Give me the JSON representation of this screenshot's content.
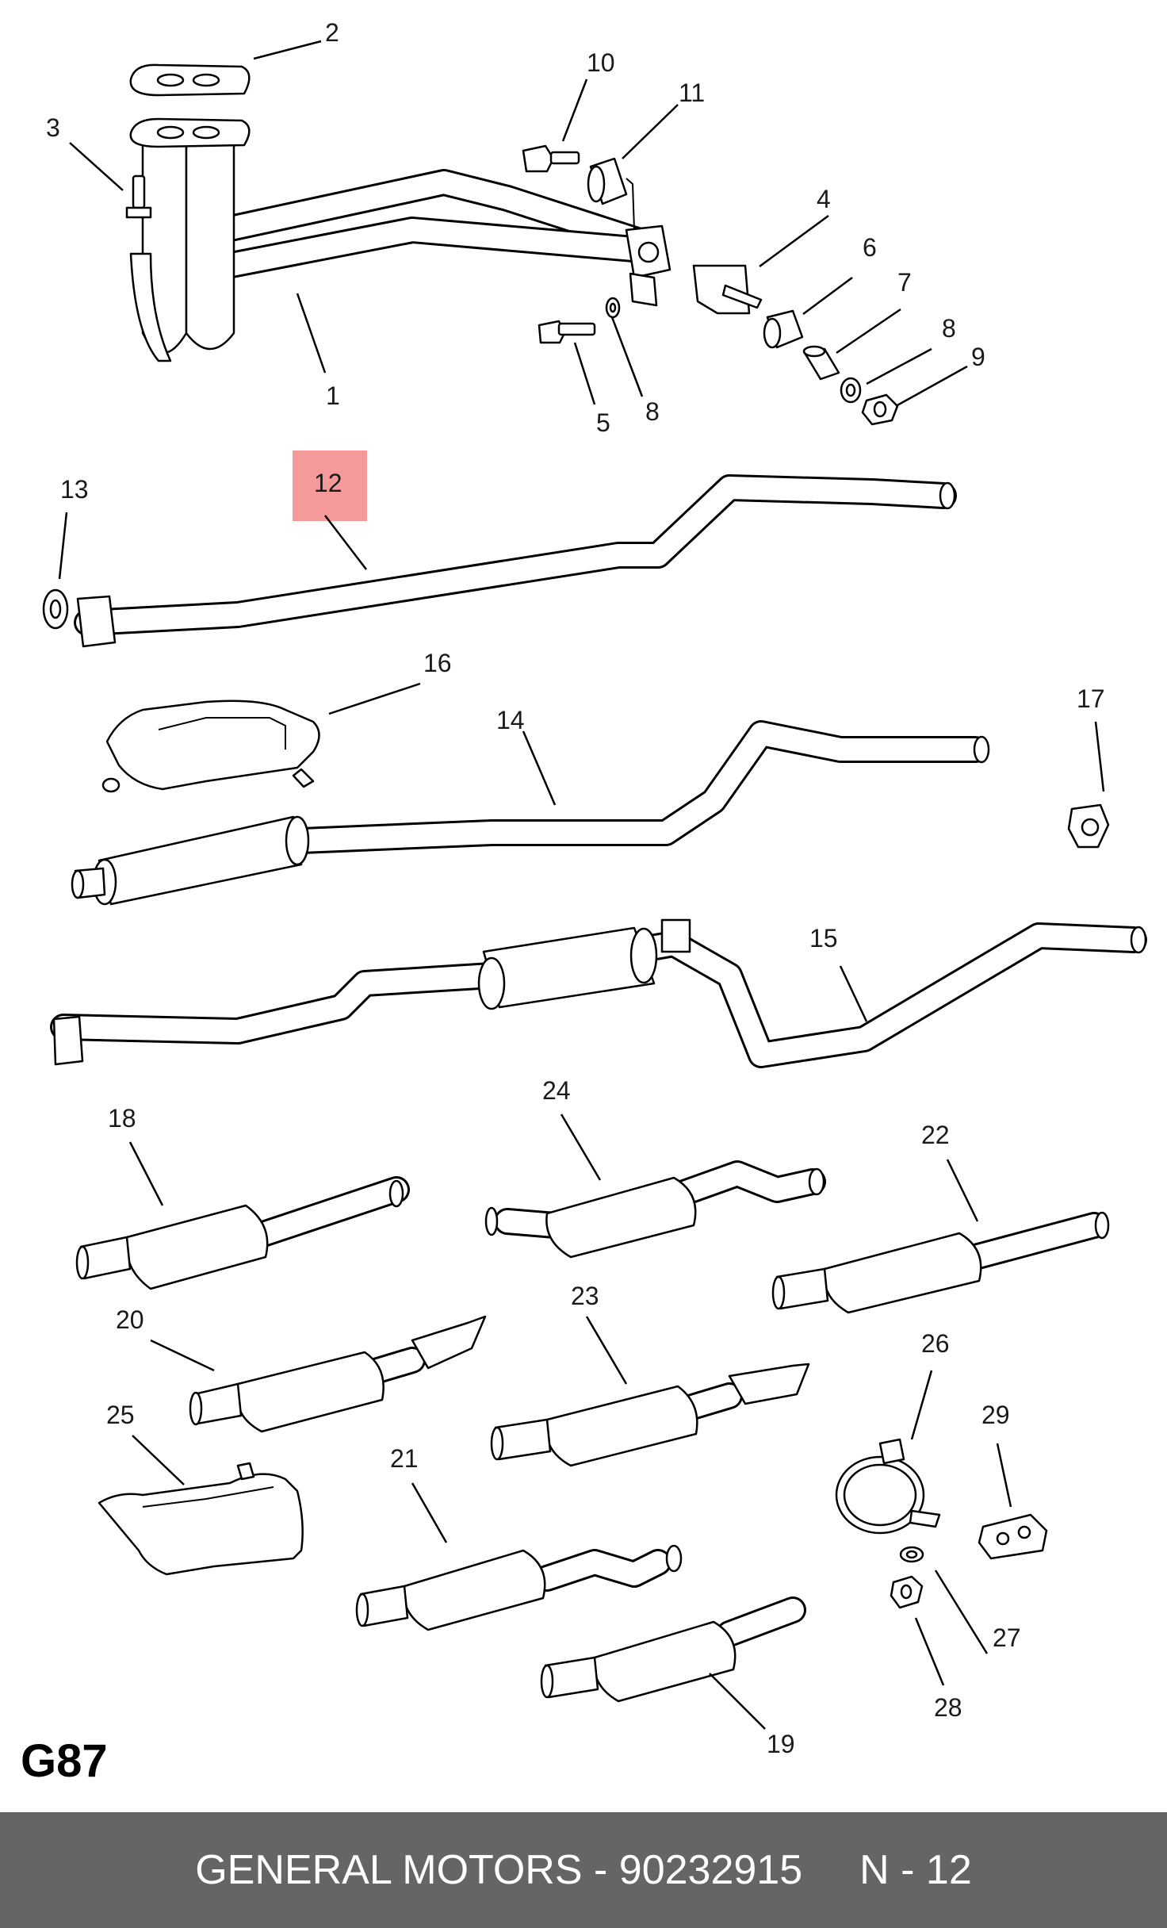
{
  "diagram": {
    "code": "G87",
    "highlighted_callout": "12",
    "callouts": [
      "1",
      "2",
      "3",
      "4",
      "5",
      "6",
      "7",
      "8",
      "8",
      "9",
      "10",
      "11",
      "12",
      "13",
      "14",
      "15",
      "16",
      "17",
      "18",
      "19",
      "20",
      "21",
      "22",
      "23",
      "24",
      "25",
      "26",
      "27",
      "28",
      "29"
    ]
  },
  "footer": {
    "manufacturer": "GENERAL MOTORS",
    "separator": "-",
    "part_number": "90232915",
    "reference": "N - 12"
  },
  "colors": {
    "highlight": "#f59a9a",
    "footer_background": "#656565",
    "footer_text": "#ffffff",
    "line_art": "#000000"
  }
}
